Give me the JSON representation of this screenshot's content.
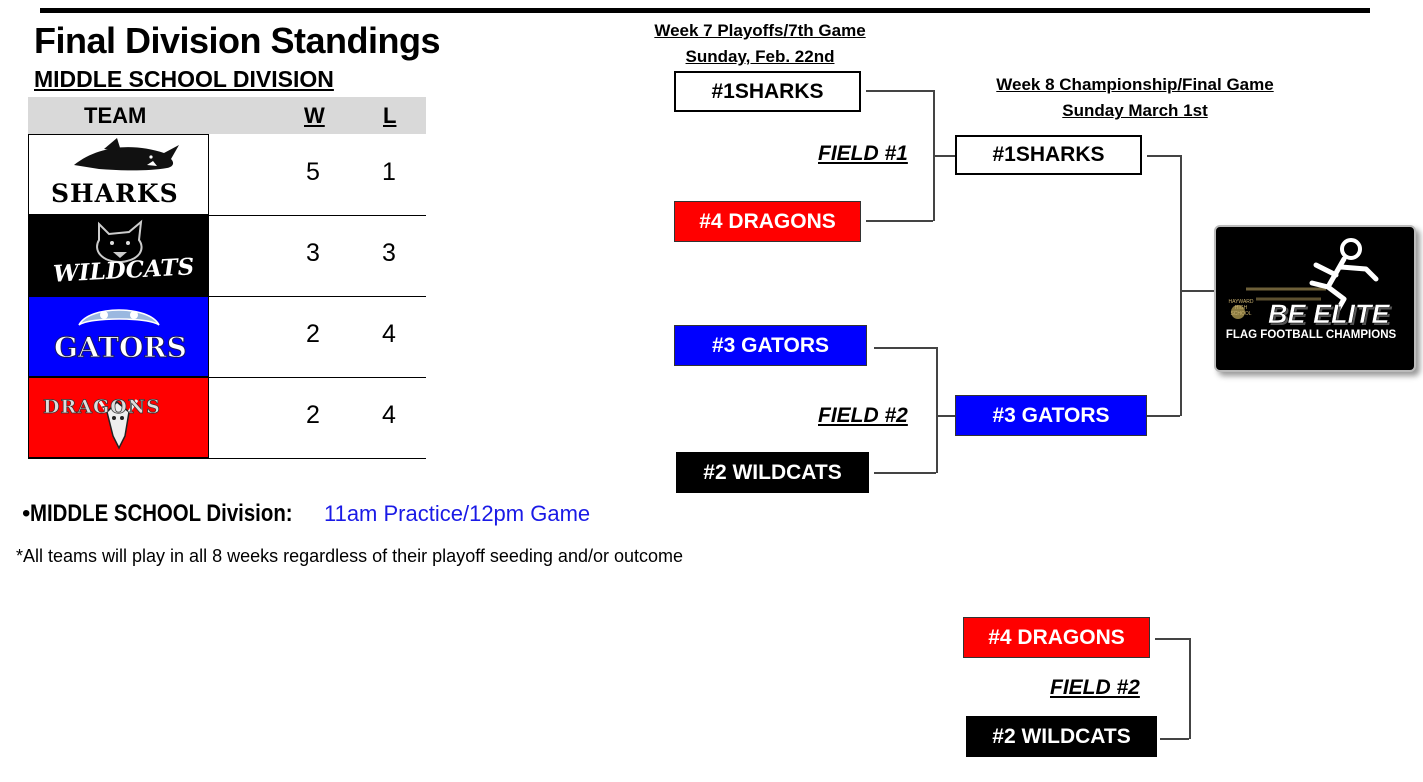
{
  "standings": {
    "title": "Final Division Standings",
    "division": "MIDDLE SCHOOL DIVISION",
    "columns": [
      "TEAM",
      "W",
      "L"
    ],
    "rows": [
      {
        "team": "SHARKS",
        "w": "5",
        "l": "1",
        "bg": "#ffffff",
        "fg": "#000000"
      },
      {
        "team": "WILDCATS",
        "w": "3",
        "l": "3",
        "bg": "#000000",
        "fg": "#ffffff"
      },
      {
        "team": "GATORS",
        "w": "2",
        "l": "4",
        "bg": "#0000ff",
        "fg": "#ffffff"
      },
      {
        "team": "DRAGONS",
        "w": "2",
        "l": "4",
        "bg": "#ff0000",
        "fg": "#eeeeee"
      }
    ]
  },
  "notes": {
    "bullet": "•",
    "division_label": "MIDDLE SCHOOL Division:",
    "schedule": "11am Practice/12pm Game",
    "disclaimer": "*All teams will play in all 8 weeks regardless of their playoff seeding and/or outcome"
  },
  "bracket": {
    "week7_line1": "Week 7 Playoffs/7th Game",
    "week7_line2": "Sunday, Feb. 22nd",
    "week8_line1": "Week 8 Championship/Final Game",
    "week8_line2": "Sunday March 1st",
    "game1_top": "#1SHARKS",
    "game1_bottom": "#4 DRAGONS",
    "game1_field": "FIELD #1",
    "game2_top": "#3 GATORS",
    "game2_bottom": "#2 WILDCATS",
    "game2_field": "FIELD #2",
    "final_top": "#1SHARKS",
    "final_bottom": "#3 GATORS",
    "extra_top": "#4 DRAGONS",
    "extra_bottom": "#2 WILDCATS",
    "extra_field": "FIELD #2"
  },
  "champion_logo": {
    "school_text": "HAYWARD HIGH SCHOOL",
    "headline": "BE ELITE",
    "tagline": "FLAG FOOTBALL CHAMPIONS"
  },
  "colors": {
    "red": "#ff0000",
    "blue": "#0000ff",
    "black": "#000000",
    "header_gray": "#d9d9d9"
  }
}
